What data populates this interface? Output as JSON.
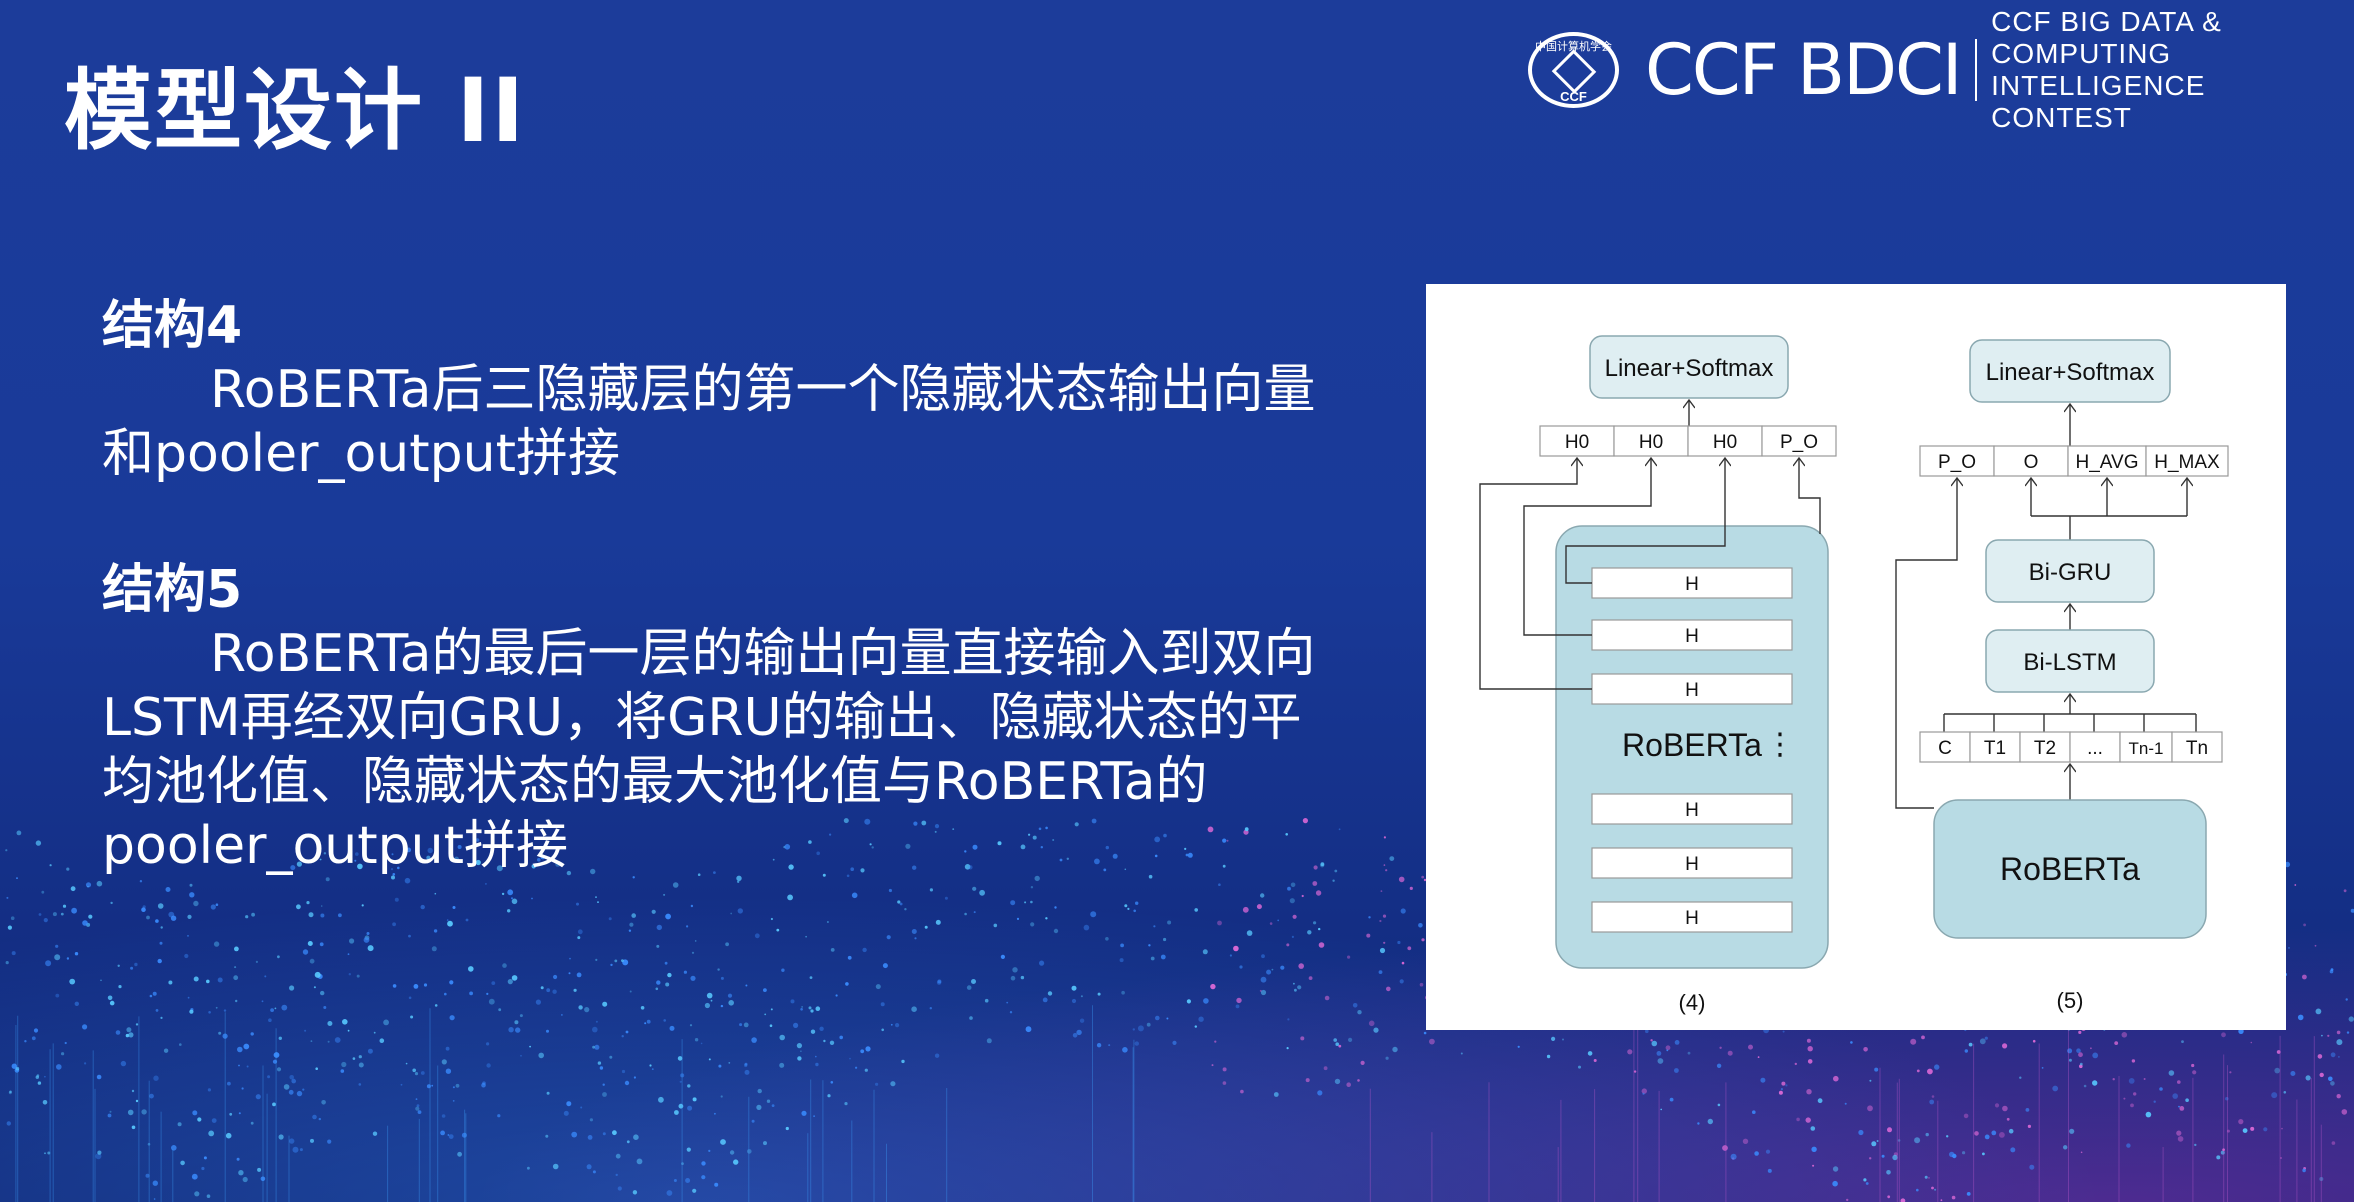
{
  "page": {
    "title": "模型设计 II"
  },
  "logo": {
    "seal_top": "中国计算机学会",
    "seal_bottom": "CCF",
    "ccf": "CCF",
    "bdci": "BDCI",
    "line1": "CCF BIG DATA & COMPUTING",
    "line2": "INTELLIGENCE CONTEST"
  },
  "section4": {
    "heading": "结构4",
    "body": "RoBERTa后三隐藏层的第一个隐藏状态输出向量和pooler_output拼接"
  },
  "section5": {
    "heading": "结构5",
    "body": "RoBERTa的最后一层的输出向量直接输入到双向LSTM再经双向GRU，将GRU的输出、隐藏状态的平均池化值、隐藏状态的最大池化值与RoBERTa的pooler_output拼接"
  },
  "diagram4": {
    "head": "Linear+Softmax",
    "concat": [
      "H0",
      "H0",
      "H0",
      "P_O"
    ],
    "encoder": "RoBERTa",
    "ellipsis": "⋮",
    "layer_label": "H",
    "caption": "(4)"
  },
  "diagram5": {
    "head": "Linear+Softmax",
    "concat": [
      "P_O",
      "O",
      "H_AVG",
      "H_MAX"
    ],
    "gru": "Bi-GRU",
    "lstm": "Bi-LSTM",
    "tokens": [
      "C",
      "T1",
      "T2",
      "...",
      "Tn-1",
      "Tn"
    ],
    "encoder": "RoBERTa",
    "caption": "(5)"
  },
  "colors": {
    "background": "#1a3a98",
    "box_fill": "#dfeef2",
    "encoder_fill": "#b8dbe4",
    "box_stroke": "#8aa8b0"
  }
}
